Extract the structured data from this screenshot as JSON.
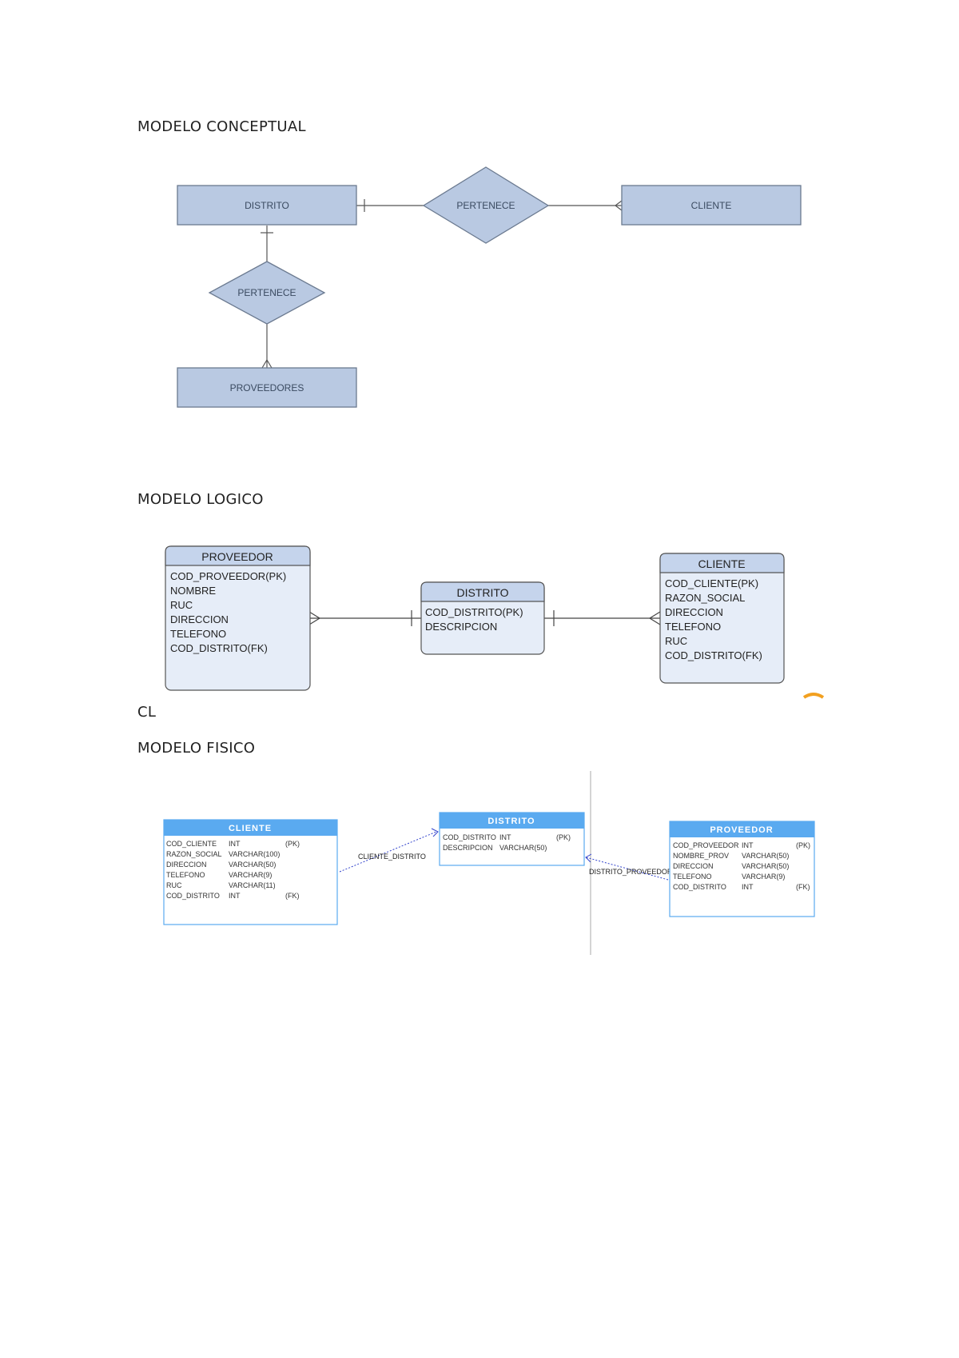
{
  "sections": {
    "conceptual": "MODELO CONCEPTUAL",
    "logical": "MODELO LOGICO",
    "stray": "CL",
    "physical": "MODELO FISICO"
  },
  "colors": {
    "entity_fill": "#b9c9e2",
    "entity_stroke": "#6b7a90",
    "logical_fill": "#e6edf8",
    "logical_head": "#c5d4ec",
    "physical_head": "#5aaaf0",
    "physical_border": "#5aaaf0",
    "rel_line": "#3344cc"
  },
  "conceptual": {
    "distrito": "DISTRITO",
    "pertenece_top": "PERTENECE",
    "cliente": "CLIENTE",
    "pertenece_left": "PERTENECE",
    "proveedores": "PROVEEDORES"
  },
  "logical": {
    "proveedor": {
      "title": "PROVEEDOR",
      "attrs": [
        "COD_PROVEEDOR(PK)",
        "NOMBRE",
        "RUC",
        "DIRECCION",
        "TELEFONO",
        "COD_DISTRITO(FK)"
      ]
    },
    "distrito": {
      "title": "DISTRITO",
      "attrs": [
        "COD_DISTRITO(PK)",
        "DESCRIPCION"
      ]
    },
    "cliente": {
      "title": "CLIENTE",
      "attrs": [
        "COD_CLIENTE(PK)",
        "RAZON_SOCIAL",
        "DIRECCION",
        "TELEFONO",
        "RUC",
        "COD_DISTRITO(FK)"
      ]
    }
  },
  "physical": {
    "cliente": {
      "title": "CLIENTE",
      "rows": [
        [
          "COD_CLIENTE",
          "INT",
          "(PK)"
        ],
        [
          "RAZON_SOCIAL",
          "VARCHAR(100)",
          ""
        ],
        [
          "DIRECCION",
          "VARCHAR(50)",
          ""
        ],
        [
          "TELEFONO",
          "VARCHAR(9)",
          ""
        ],
        [
          "RUC",
          "VARCHAR(11)",
          ""
        ],
        [
          "COD_DISTRITO",
          "INT",
          "(FK)"
        ]
      ]
    },
    "distrito": {
      "title": "DISTRITO",
      "rows": [
        [
          "COD_DISTRITO",
          "INT",
          "(PK)"
        ],
        [
          "DESCRIPCION",
          "VARCHAR(50)",
          ""
        ]
      ]
    },
    "proveedor": {
      "title": "PROVEEDOR",
      "rows": [
        [
          "COD_PROVEEDOR",
          "INT",
          "(PK)"
        ],
        [
          "NOMBRE_PROV",
          "VARCHAR(50)",
          ""
        ],
        [
          "DIRECCION",
          "VARCHAR(50)",
          ""
        ],
        [
          "TELEFONO",
          "VARCHAR(9)",
          ""
        ],
        [
          "COD_DISTRITO",
          "INT",
          "(FK)"
        ]
      ]
    },
    "rel_cliente": "CLIENTE_DISTRITO",
    "rel_proveedor": "DISTRITO_PROVEEDOR"
  }
}
